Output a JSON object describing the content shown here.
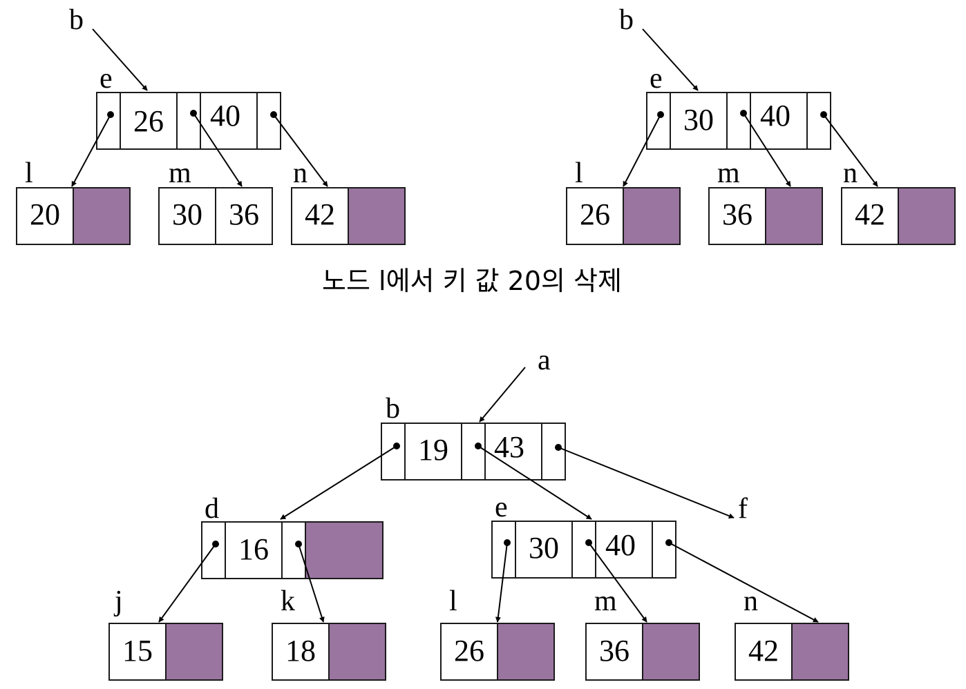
{
  "colors": {
    "empty_slot": "#9a75a0",
    "line": "#000000"
  },
  "before_deletion": {
    "root_pointer_label": "b",
    "root": {
      "label": "e",
      "keys": [
        "26",
        "40"
      ]
    },
    "leaves": [
      {
        "label": "l",
        "keys": [
          "20"
        ]
      },
      {
        "label": "m",
        "keys": [
          "30",
          "36"
        ]
      },
      {
        "label": "n",
        "keys": [
          "42"
        ]
      }
    ]
  },
  "after_deletion": {
    "root_pointer_label": "b",
    "root": {
      "label": "e",
      "keys": [
        "30",
        "40"
      ]
    },
    "leaves": [
      {
        "label": "l",
        "keys": [
          "26"
        ]
      },
      {
        "label": "m",
        "keys": [
          "36"
        ]
      },
      {
        "label": "n",
        "keys": [
          "42"
        ]
      }
    ]
  },
  "caption": "노드 l에서 키 값 20의 삭제",
  "full_tree": {
    "root_pointer_label": "a",
    "root": {
      "label": "b",
      "keys": [
        "19",
        "43"
      ]
    },
    "subtree_label": "f",
    "left_internal": {
      "label": "d",
      "keys": [
        "16"
      ]
    },
    "right_internal": {
      "label": "e",
      "keys": [
        "30",
        "40"
      ]
    },
    "leaves": [
      {
        "label": "j",
        "keys": [
          "15"
        ]
      },
      {
        "label": "k",
        "keys": [
          "18"
        ]
      },
      {
        "label": "l",
        "keys": [
          "26"
        ]
      },
      {
        "label": "m",
        "keys": [
          "36"
        ]
      },
      {
        "label": "n",
        "keys": [
          "42"
        ]
      }
    ]
  }
}
